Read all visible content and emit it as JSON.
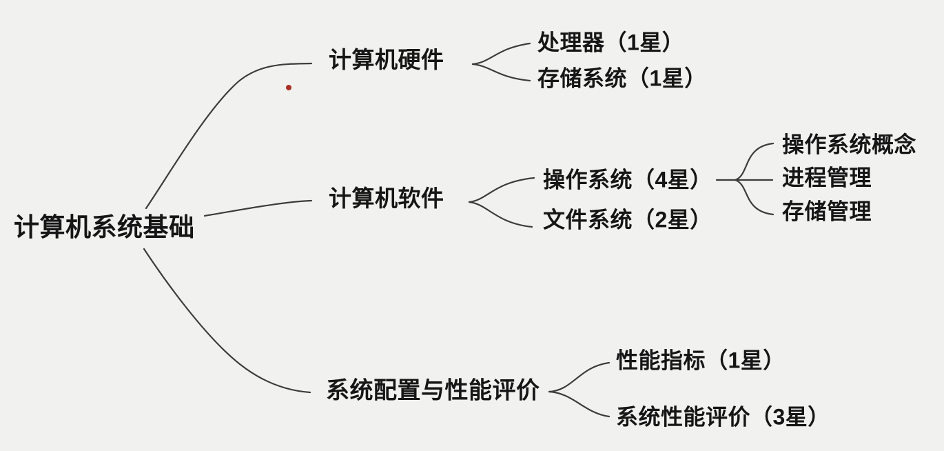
{
  "canvas": {
    "background_color": "#f1f1f0",
    "line_color": "#3c3c3c",
    "text_color": "#161616",
    "pointer_dot_color": "#aa2e22"
  },
  "mindmap": {
    "root": {
      "label": "计算机系统基础"
    },
    "branches": [
      {
        "label": "计算机硬件",
        "children": [
          {
            "label": "处理器（1星）"
          },
          {
            "label": "存储系统（1星）"
          }
        ]
      },
      {
        "label": "计算机软件",
        "children": [
          {
            "label": "操作系统（4星）",
            "children": [
              {
                "label": "操作系统概念"
              },
              {
                "label": "进程管理"
              },
              {
                "label": "存储管理"
              }
            ]
          },
          {
            "label": "文件系统（2星）"
          }
        ]
      },
      {
        "label": "系统配置与性能评价",
        "children": [
          {
            "label": "性能指标（1星）"
          },
          {
            "label": "系统性能评价（3星）"
          }
        ]
      }
    ]
  }
}
